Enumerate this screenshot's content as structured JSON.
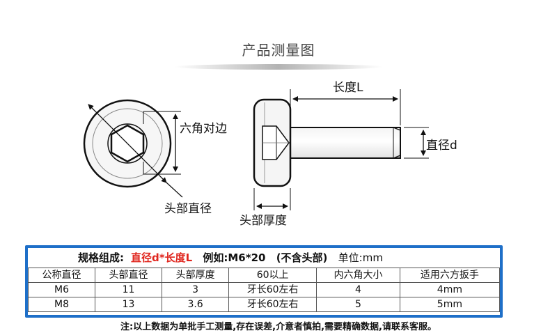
{
  "title": "产品测量图",
  "labels": {
    "hex_across_flats": "六角对边",
    "head_diameter": "头部直径",
    "length": "长度L",
    "diameter": "直径d",
    "head_thickness": "头部厚度"
  },
  "spec": {
    "prefix": "规格组成:",
    "formula": "直径d*长度L",
    "example": "例如:M6*20",
    "note": "(不含头部)",
    "unit": "单位:mm",
    "headers": [
      "公称直径",
      "头部直径",
      "头部厚度",
      "60以上",
      "内六角大小",
      "适用六方扳手"
    ],
    "rows": [
      [
        "M6",
        "11",
        "3",
        "牙长60左右",
        "4",
        "4mm"
      ],
      [
        "M8",
        "13",
        "3.6",
        "牙长60左右",
        "5",
        "5mm"
      ]
    ]
  },
  "footnote": "注:以上数据为单批手工测量,存在误差,介意者慎拍,需要精确数据,请联系客服。",
  "colors": {
    "accent_blue": "#1e6fc8",
    "highlight_red": "#e0261e"
  }
}
